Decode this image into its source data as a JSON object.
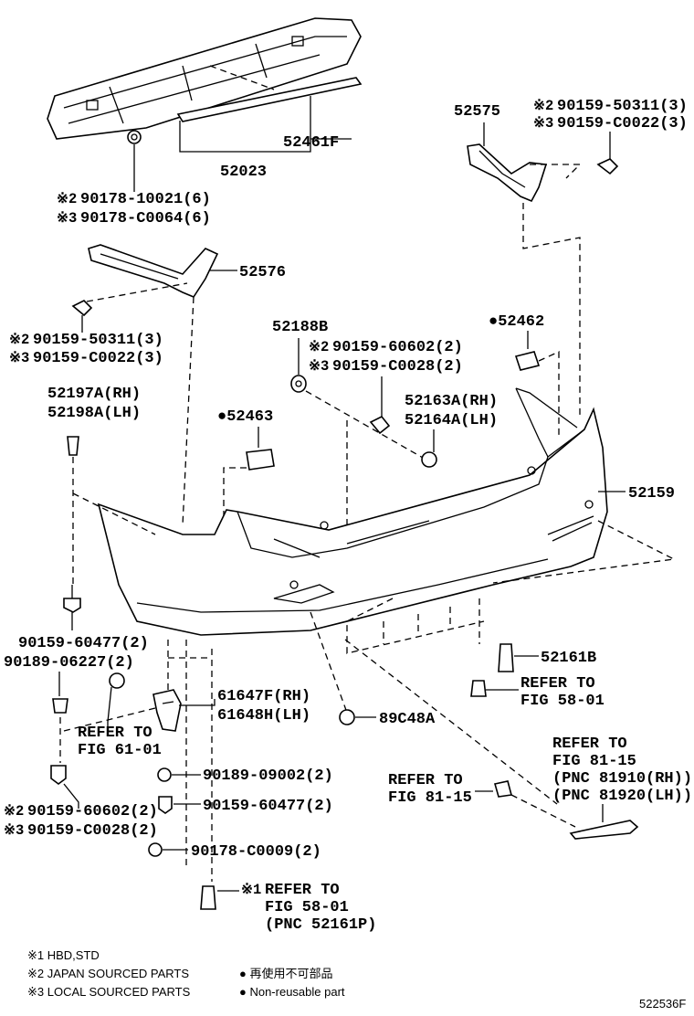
{
  "labels": {
    "p52575": "52575",
    "p52461F": "52461F",
    "p52023": "52023",
    "p52576": "52576",
    "p52188B": "52188B",
    "p52462": "52462",
    "p52197A": "52197A(RH)",
    "p52198A": "52198A(LH)",
    "p52463": "52463",
    "p52163A": "52163A(RH)",
    "p52164A": "52164A(LH)",
    "p52159": "52159",
    "p90159_60477_2a": "90159-60477(2)",
    "p90189_06227": "90189-06227(2)",
    "p61647F": "61647F(RH)",
    "p61648H": "61648H(LH)",
    "p89C48A": "89C48A",
    "p52161B": "52161B",
    "p90189_09002": "90189-09002(2)",
    "p90159_60477_2b": "90159-60477(2)",
    "p90178_C0009": "90178-C0009(2)",
    "b_90159_50311_top": "90159-50311(3)",
    "b_90159_C0022_top": "90159-C0022(3)",
    "b_90178_10021": "90178-10021(6)",
    "b_90178_C0064": "90178-C0064(6)",
    "b_90159_50311_left": "90159-50311(3)",
    "b_90159_C0022_left": "90159-C0022(3)",
    "b_90159_60602_mid": "90159-60602(2)",
    "b_90159_C0028_mid": "90159-C0028(2)",
    "b_90159_60602_low": "90159-60602(2)",
    "b_90159_C0028_low": "90159-C0028(2)"
  },
  "marks": {
    "m1": "※1",
    "m2": "※2",
    "m3": "※3",
    "dot": "●"
  },
  "refers": {
    "fig5801_a": "REFER TO",
    "fig5801_b": "FIG 58-01",
    "fig6101_a": "REFER TO",
    "fig6101_b": "FIG 61-01",
    "fig8115_left_a": "REFER TO",
    "fig8115_left_b": "FIG 81-15",
    "fig8115_right_a": "REFER TO",
    "fig8115_right_b": "FIG 81-15",
    "fig8115_right_c": "(PNC 81910(RH))",
    "fig8115_right_d": "(PNC 81920(LH))",
    "bottom_a": "REFER TO",
    "bottom_b": "FIG 58-01",
    "bottom_c": "(PNC 52161P)"
  },
  "legend": {
    "l1": "※1 HBD,STD",
    "l2": "※2 JAPAN SOURCED PARTS",
    "l3": "※3 LOCAL SOURCED PARTS",
    "n1": "● 再使用不可部品",
    "n2": "● Non-reusable part"
  },
  "figure_id": "522536F"
}
